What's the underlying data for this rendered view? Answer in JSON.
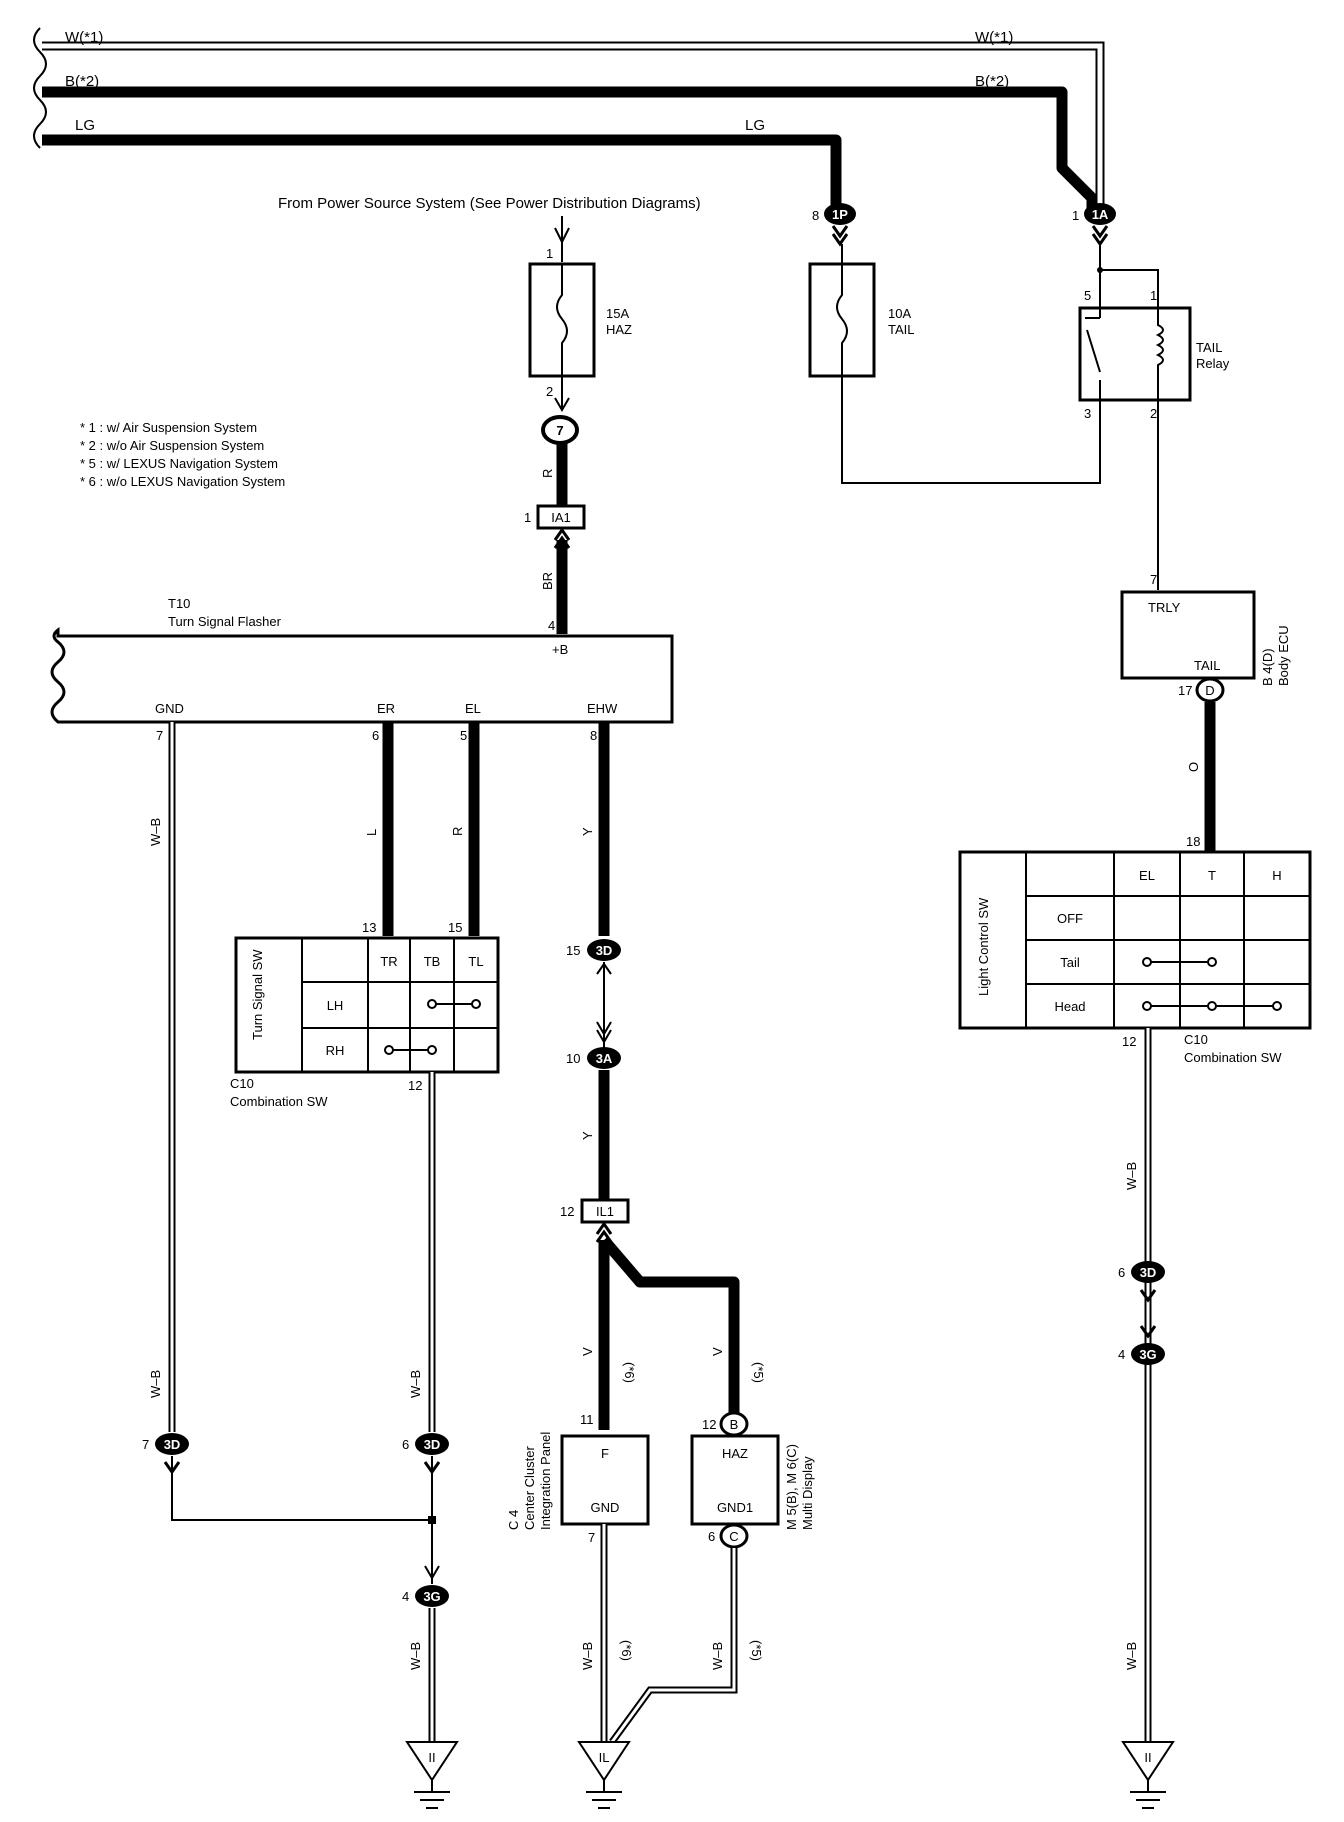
{
  "bus": {
    "w_left": "W(*1)",
    "w_right": "W(*1)",
    "b_left": "B(*2)",
    "b_right": "B(*2)",
    "lg_left": "LG",
    "lg_right": "LG"
  },
  "power_source": "From Power Source System   (See Power Distribution Diagrams)",
  "notes": [
    "* 1 : w/ Air Suspension System",
    "* 2 : w/o Air Suspension System",
    "* 5 : w/ LEXUS Navigation System",
    "* 6 : w/o LEXUS Navigation System"
  ],
  "fuse_haz": {
    "rating": "15A",
    "name": "HAZ",
    "pin_in": "1",
    "pin_out": "2"
  },
  "fuse_tail": {
    "rating": "10A",
    "name": "TAIL"
  },
  "relay": {
    "name": "TAIL",
    "name2": "Relay",
    "p5": "5",
    "p1": "1",
    "p3": "3",
    "p2": "2"
  },
  "connectors": {
    "c7": "7",
    "ia1": "IA1",
    "ia1_pin": "1",
    "c1p": "1P",
    "c1p_pin": "8",
    "c1a": "1A",
    "c1a_pin": "1",
    "c3d_mid": "3D",
    "c3d_mid_pin": "15",
    "c3a": "3A",
    "c3a_pin": "10",
    "il1": "IL1",
    "il1_pin": "12",
    "c3d_left": "3D",
    "c3d_left_pin": "7",
    "c3d_sw": "3D",
    "c3d_sw_pin": "6",
    "c3g_left": "3G",
    "c3g_left_pin": "4",
    "c3d_right": "3D",
    "c3d_right_pin": "6",
    "c3g_right": "3G",
    "c3g_right_pin": "4",
    "d_ecu": "D",
    "d_ecu_pin": "17",
    "b_md": "B",
    "b_md_pin": "12",
    "c_md": "C",
    "c_md_pin": "6"
  },
  "flasher": {
    "code": "T10",
    "name": "Turn Signal Flasher",
    "pin_b": "4",
    "label_b": "+B",
    "gnd": "GND",
    "gnd_pin": "7",
    "er": "ER",
    "er_pin": "6",
    "el": "EL",
    "el_pin": "5",
    "ehw": "EHW",
    "ehw_pin": "8"
  },
  "turn_sw": {
    "title": "Turn Signal SW",
    "cols": [
      "TR",
      "TB",
      "TL"
    ],
    "rows": [
      "LH",
      "RH"
    ],
    "pin_tr": "13",
    "pin_tl": "15",
    "pin_out": "12",
    "code": "C10",
    "name": "Combination SW"
  },
  "light_sw": {
    "title": "Light Control SW",
    "cols": [
      "EL",
      "T",
      "H"
    ],
    "rows": [
      "OFF",
      "Tail",
      "Head"
    ],
    "pin_t": "18",
    "pin_out": "12",
    "code": "C10",
    "name": "Combination SW"
  },
  "ecu": {
    "trly": "TRLY",
    "tail": "TAIL",
    "trly_pin": "7",
    "code": "B 4(D)",
    "name": "Body ECU"
  },
  "center_cluster": {
    "pin_f": "11",
    "f": "F",
    "gnd": "GND",
    "gnd_pin": "7",
    "code": "C 4",
    "name1": "Center Cluster",
    "name2": "Integration Panel"
  },
  "multi_display": {
    "haz": "HAZ",
    "gnd1": "GND1",
    "code": "M 5(B), M 6(C)",
    "name": "Multi Display"
  },
  "wires": {
    "r1": "R",
    "br": "BR",
    "wb_gnd": "W–B",
    "l": "L",
    "r2": "R",
    "y1": "Y",
    "y2": "Y",
    "v6": "V",
    "v6_note": "(*6)",
    "v5": "V",
    "v5_note": "(*5)",
    "wb_left_low": "W–B",
    "wb_sw_low": "W–B",
    "wb_bottom_left": "W–B",
    "wb_cc": "W–B",
    "wb_cc_note": "(*6)",
    "wb_md": "W–B",
    "wb_md_note": "(*5)",
    "o": "O",
    "wb_right_top": "W–B",
    "wb_right_bottom": "W–B"
  },
  "grounds": {
    "left": "II",
    "mid": "IL",
    "right": "II"
  }
}
